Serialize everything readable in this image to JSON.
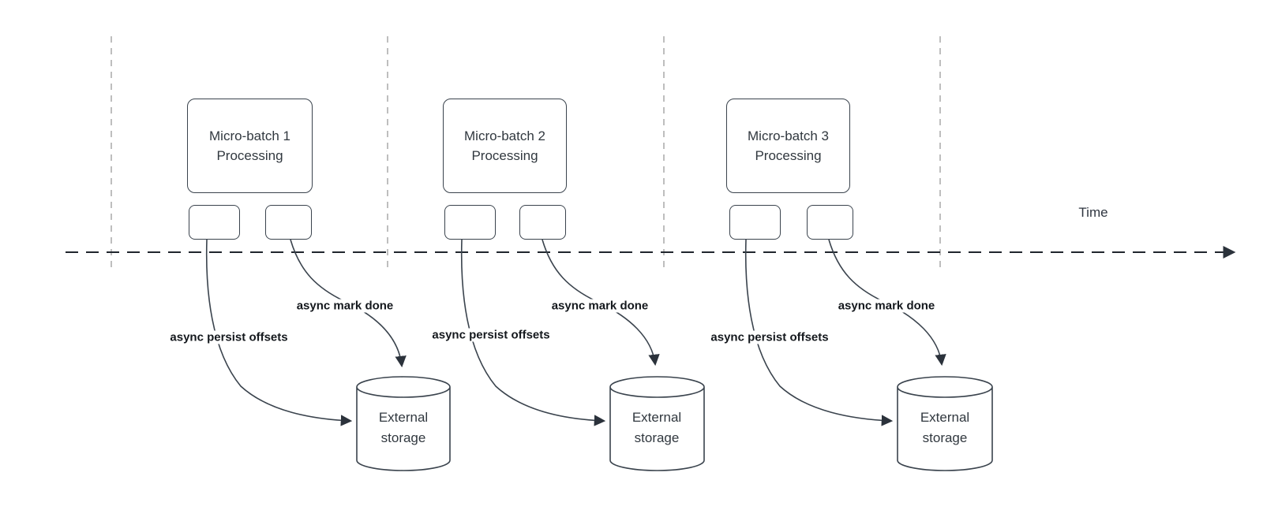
{
  "colors": {
    "shape_stroke": "#3a434d",
    "axis_stroke": "#20262d",
    "guide_stroke": "#a9a9a9",
    "arrowhead_fill": "#2b323b",
    "body_text": "#31383f",
    "edge_label_text": "#14181d",
    "background": "#ffffff"
  },
  "diagram": {
    "time_label": "Time",
    "groups": [
      {
        "box_lines": [
          "Micro-batch 1",
          "Processing"
        ],
        "persist_label": "async persist offsets",
        "done_label": "async mark done",
        "storage_lines": [
          "External",
          "storage"
        ]
      },
      {
        "box_lines": [
          "Micro-batch 2",
          "Processing"
        ],
        "persist_label": "async persist offsets",
        "done_label": "async mark done",
        "storage_lines": [
          "External",
          "storage"
        ]
      },
      {
        "box_lines": [
          "Micro-batch 3",
          "Processing"
        ],
        "persist_label": "async persist offsets",
        "done_label": "async mark done",
        "storage_lines": [
          "External",
          "storage"
        ]
      }
    ]
  }
}
